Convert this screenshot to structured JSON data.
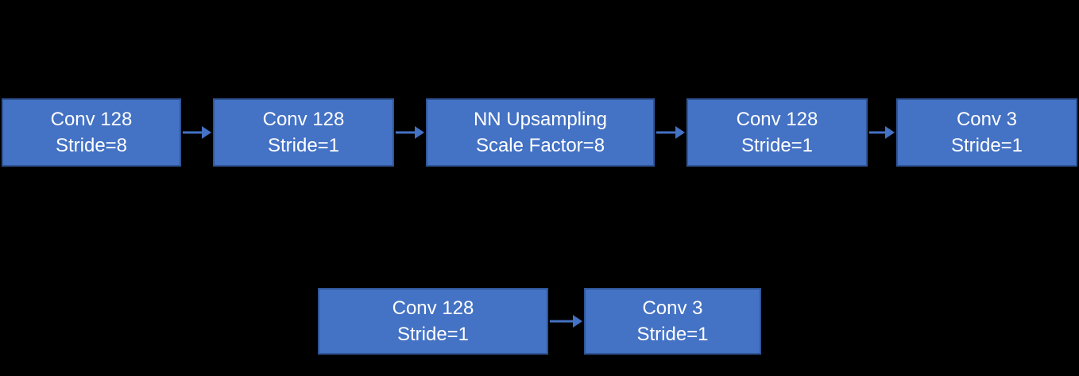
{
  "colors": {
    "background": "#000000",
    "node_fill": "#4472C4",
    "node_border": "#2F5597",
    "node_text": "#FFFFFF",
    "arrow": "#4472C4"
  },
  "top_row": {
    "boxes": [
      {
        "line1": "Conv 128",
        "line2": "Stride=8"
      },
      {
        "line1": "Conv 128",
        "line2": "Stride=1"
      },
      {
        "line1": "NN Upsampling",
        "line2": "Scale Factor=8"
      },
      {
        "line1": "Conv 128",
        "line2": "Stride=1"
      },
      {
        "line1": "Conv 3",
        "line2": "Stride=1"
      }
    ]
  },
  "bottom_row": {
    "boxes": [
      {
        "line1": "Conv 128",
        "line2": "Stride=1"
      },
      {
        "line1": "Conv 3",
        "line2": "Stride=1"
      }
    ]
  }
}
